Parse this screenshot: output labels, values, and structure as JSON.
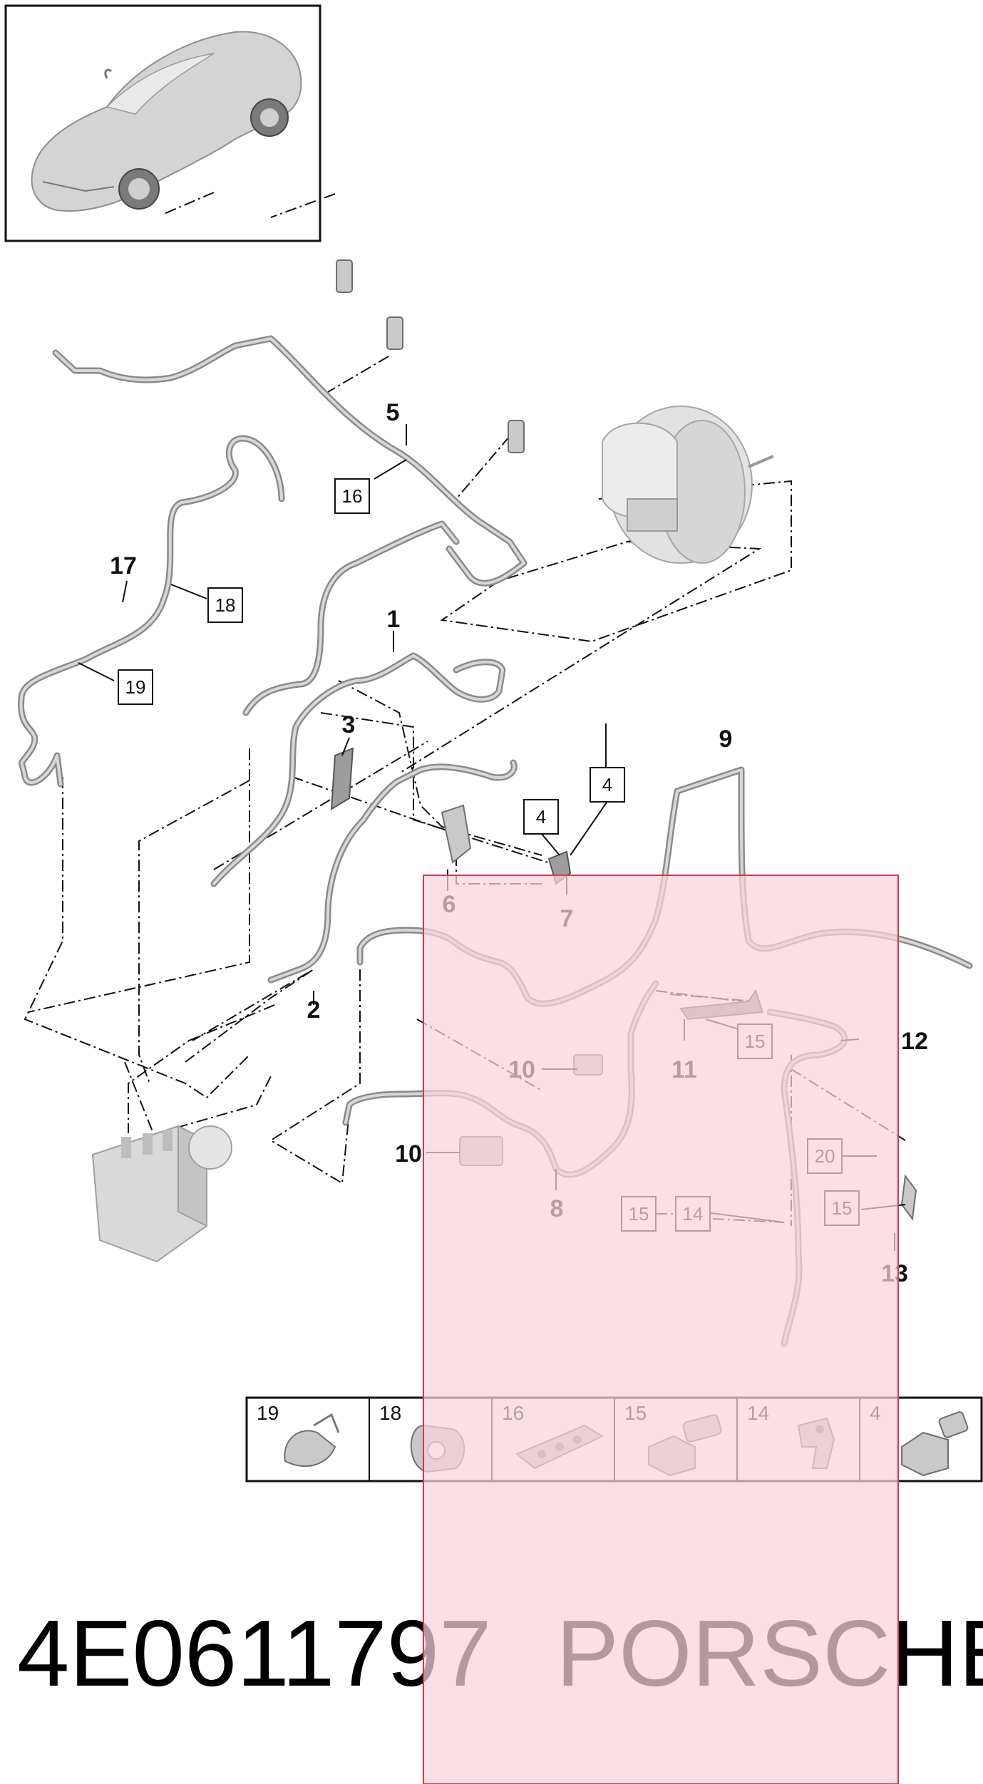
{
  "callouts": {
    "c1": "1",
    "c2": "2",
    "c3": "3",
    "c5": "5",
    "c6": "6",
    "c7": "7",
    "c8": "8",
    "c9": "9",
    "c10a": "10",
    "c10b": "10",
    "c11": "11",
    "c12": "12",
    "c13": "13",
    "c17": "17"
  },
  "boxed_refs": {
    "b16": "16",
    "b18": "18",
    "b19": "19",
    "b4a": "4",
    "b4b": "4",
    "b15a": "15",
    "b20": "20",
    "b15b": "15",
    "b15c": "15",
    "b14": "14"
  },
  "parts_strip": [
    "19",
    "18",
    "16",
    "15",
    "14",
    "4"
  ],
  "part_number": "4E0611797",
  "brand": "PORSCHE",
  "colors": {
    "highlight_fill": "#fbd3dd",
    "highlight_stroke": "#d63a4a"
  },
  "icons": {
    "thumbnail": "car-thumbnail-icon",
    "booster": "brake-booster-icon",
    "abs": "abs-unit-icon"
  }
}
